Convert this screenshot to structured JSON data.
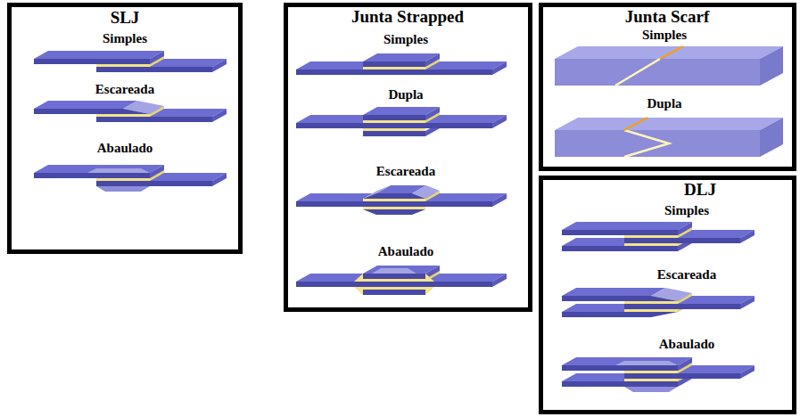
{
  "diagram": {
    "nodes": [
      {
        "text": [
          "SLJ",
          "Simples",
          "Escareada",
          "Abaulado"
        ]
      },
      {
        "text": [
          "Junta Strapped",
          "Simples",
          "Dupla",
          "Escareada",
          "Abaulado"
        ]
      },
      {
        "text": [
          "Junta Scarf",
          "Simples",
          "Dupla"
        ]
      },
      {
        "text": [
          "DLJ",
          "Simples",
          "Escareada",
          "Abaulado"
        ]
      }
    ]
  }
}
